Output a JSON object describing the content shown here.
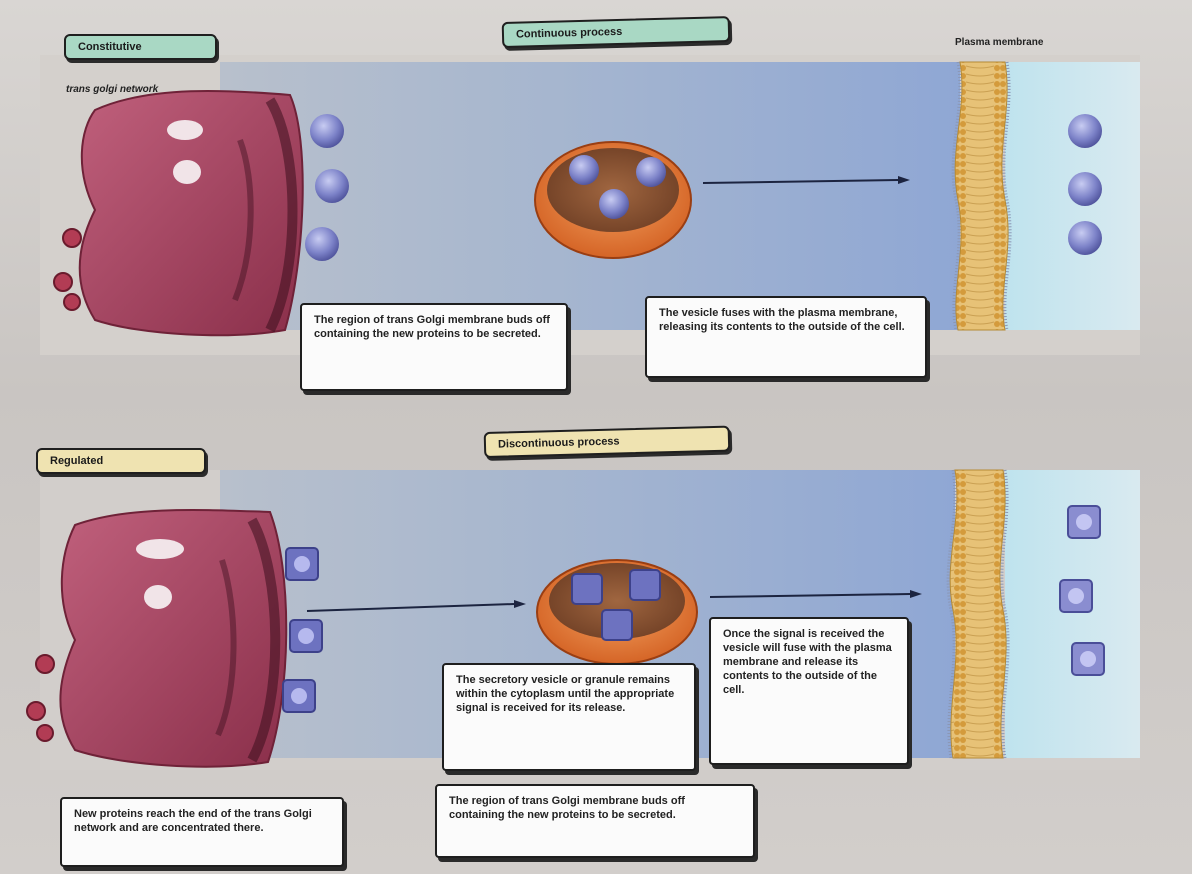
{
  "constitutive": {
    "tag": "Constitutive",
    "process_tag": "Continuous process",
    "golgi_label": "trans golgi network",
    "membrane_label": "Plasma membrane",
    "note_golgi": "The region of trans Golgi membrane buds off containing the new proteins to be secreted.",
    "note_fusion": "The vesicle fuses with the plasma membrane, releasing its contents to the outside of the cell."
  },
  "regulated": {
    "tag": "Regulated",
    "process_tag": "Discontinuous process",
    "note_granule": "The secretory vesicle or granule remains within the cytoplasm until the appropriate signal is received for its release.",
    "note_signal": "Once the signal is received the vesicle will fuse with the plasma membrane and release its contents to the outside of the cell.",
    "note_reach": "New proteins reach the end of the trans Golgi network and are concentrated there.",
    "note_buds": "The region of trans Golgi membrane buds off containing the new proteins to be secreted."
  },
  "colors": {
    "cytoplasm": "#9fb4d6",
    "golgi": "#a3435f",
    "membrane": "#e2b24d",
    "vesicle": "#e0772c",
    "protein": "#7d82c6",
    "tag_green": "#a9d8c4",
    "tag_yellow": "#efe3b1"
  }
}
